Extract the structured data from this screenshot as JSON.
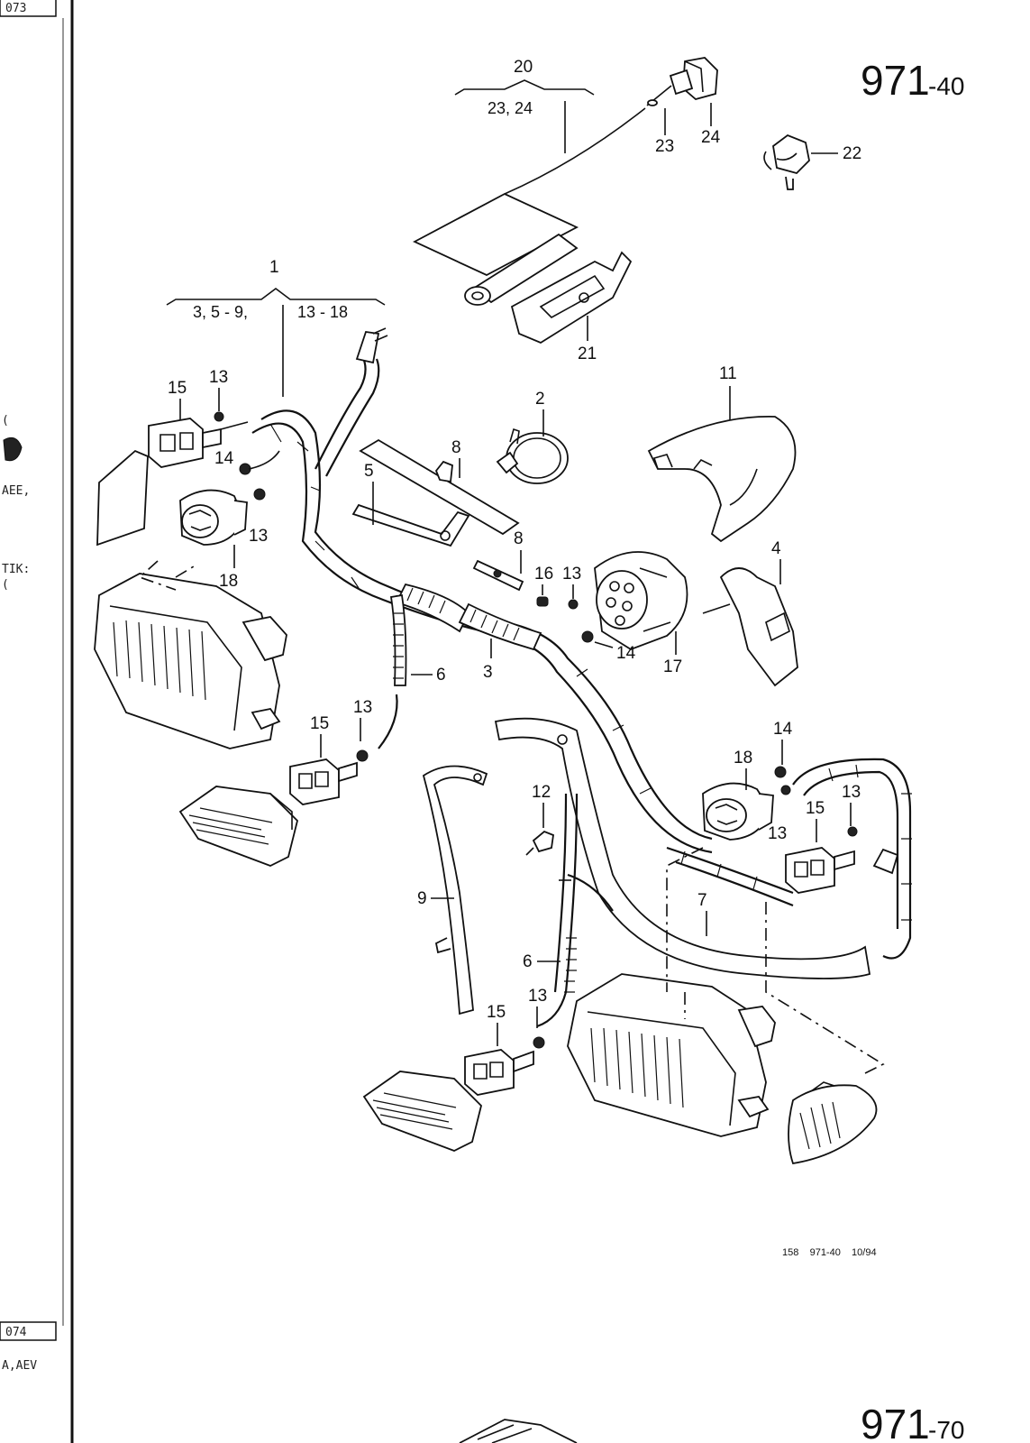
{
  "page": {
    "number_main": "971",
    "number_suffix": "-40",
    "next_number_main": "971",
    "next_number_suffix": "-70",
    "reference_code": "158    971-40    10/94"
  },
  "side_margin": {
    "top_box": "073",
    "bottom_box": "074",
    "frag_1": "(",
    "frag_2": "AEE,",
    "frag_3": "TIK:",
    "frag_4": "(",
    "frag_5": "A,AEV"
  },
  "groups": {
    "g1_num": "1",
    "g1_left": "3, 5 - 9,",
    "g1_right": "13 - 18",
    "g20_num": "20",
    "g20_sub": "23, 24"
  },
  "callouts": {
    "c2": "2",
    "c3": "3",
    "c4": "4",
    "c5": "5",
    "c6a": "6",
    "c6b": "6",
    "c7": "7",
    "c8a": "8",
    "c8b": "8",
    "c9": "9",
    "c11": "11",
    "c12": "12",
    "c13a": "13",
    "c13b": "13",
    "c13c": "13",
    "c13d": "13",
    "c13e": "13",
    "c13f": "13",
    "c13g": "13",
    "c14a": "14",
    "c14b": "14",
    "c14c": "14",
    "c15a": "15",
    "c15b": "15",
    "c15c": "15",
    "c15d": "15",
    "c16": "16",
    "c17": "17",
    "c18a": "18",
    "c18b": "18",
    "c21": "21",
    "c22": "22",
    "c23": "23",
    "c24": "24"
  }
}
